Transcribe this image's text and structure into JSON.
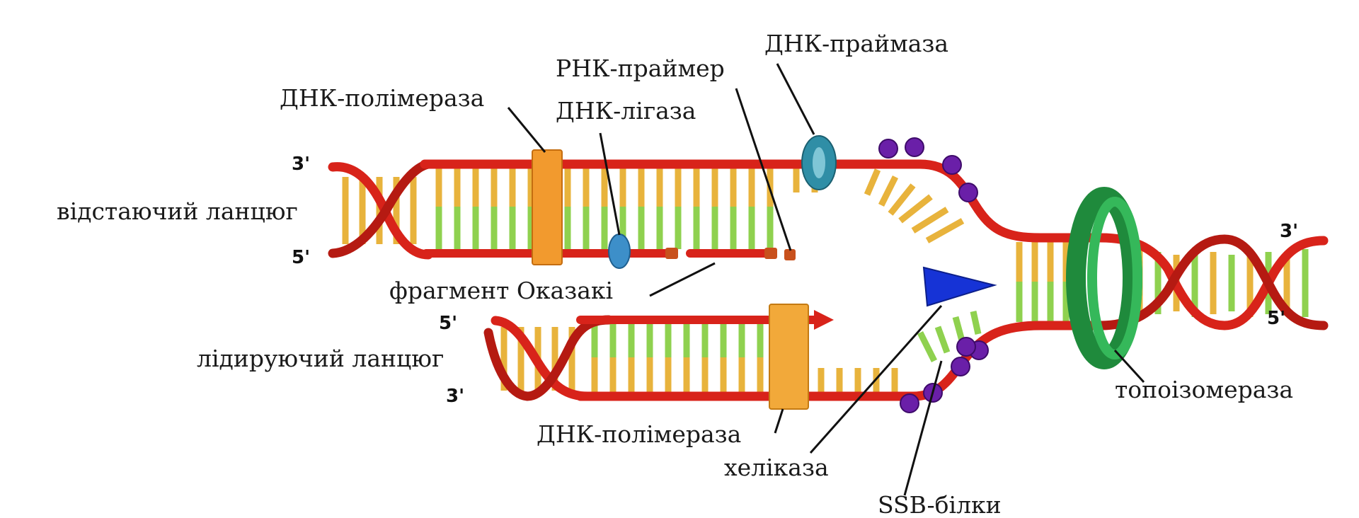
{
  "labels": {
    "dna_primase": "ДНК-праймаза",
    "rna_primer": "РНК-праймер",
    "dna_polymerase_top": "ДНК-полімераза",
    "dna_ligase": "ДНК-лігаза",
    "lagging_strand": "відстаючий ланцюг",
    "okazaki_fragment": "фрагмент Оказакі",
    "leading_strand": "лідируючий ланцюг",
    "dna_polymerase_bottom": "ДНК-полімераза",
    "helicase": "хеліказа",
    "ssb_proteins": "SSB-білки",
    "topoisomerase": "топоізомераза"
  },
  "ends": {
    "lagging_top": "3'",
    "lagging_bottom": "5'",
    "leading_top": "5'",
    "leading_bottom": "3'",
    "parent_top": "3'",
    "parent_bottom": "5'"
  },
  "colors": {
    "backbone": "#d8231a",
    "rung_old": "#e8b33c",
    "rung_new": "#8fd14f",
    "polymerase": "#f29a2e",
    "ligase": "#3d8fc9",
    "primase": "#2f8ea6",
    "helicase": "#1633d6",
    "ssb": "#6a1fa8",
    "topoisomerase": "#1f8a3c",
    "primer": "#c8501c"
  }
}
